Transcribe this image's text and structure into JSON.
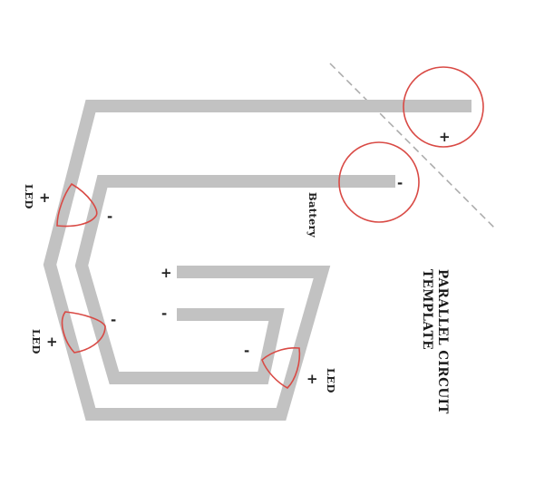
{
  "title": {
    "line1": "PARALLEL CIRCUIT",
    "line2": "TEMPLATE"
  },
  "battery_label": "Battery",
  "led_label": "LED",
  "plus": "+",
  "minus": "-",
  "colors": {
    "trace": "#c2c2c2",
    "outline": "#d94a45",
    "fold_line": "#a9a9a9",
    "text": "#222222"
  }
}
